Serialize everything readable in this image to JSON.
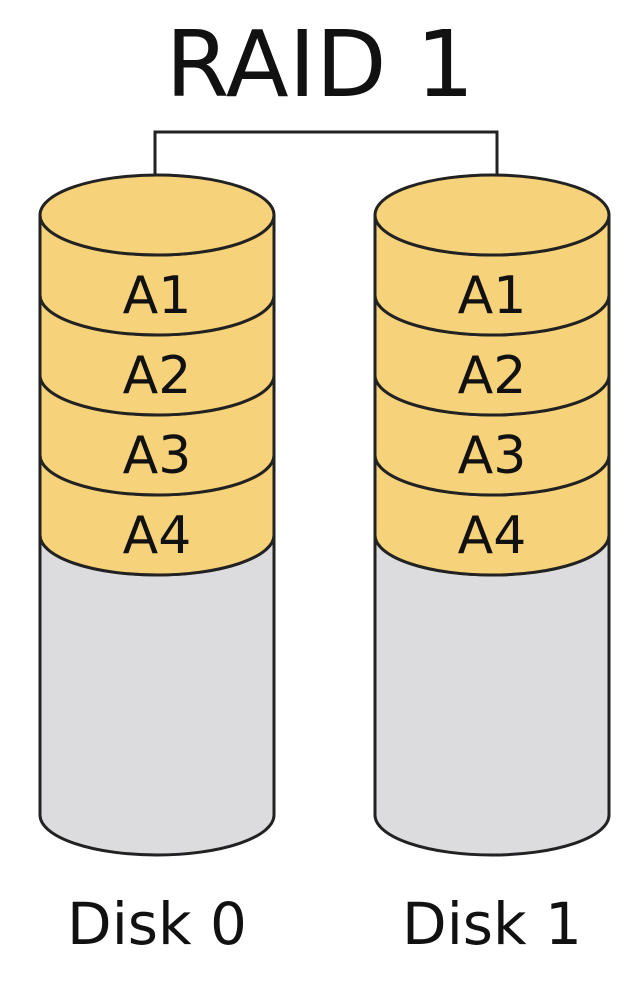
{
  "title": "RAID 1",
  "disks": [
    {
      "label": "Disk 0",
      "blocks": [
        "A1",
        "A2",
        "A3",
        "A4"
      ]
    },
    {
      "label": "Disk 1",
      "blocks": [
        "A1",
        "A2",
        "A3",
        "A4"
      ]
    }
  ],
  "colors": {
    "block_fill": "#f6d37a",
    "empty_fill": "#dcdcde",
    "stroke": "#222222",
    "text": "#111111",
    "background": "#ffffff"
  }
}
